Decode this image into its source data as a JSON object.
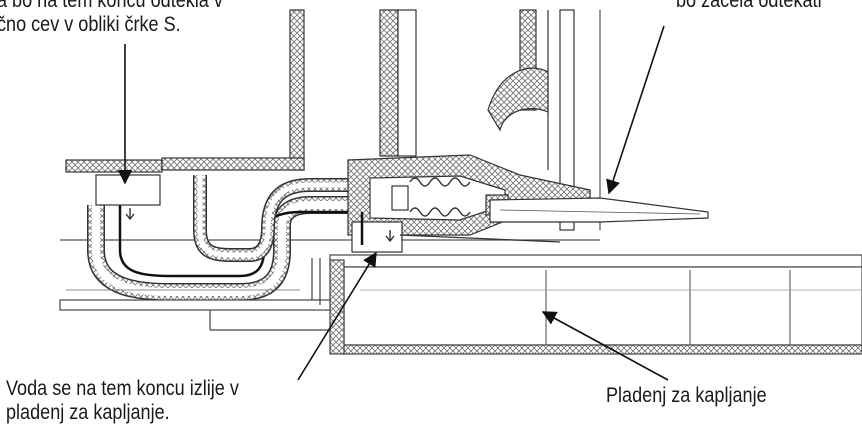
{
  "annotations": {
    "top_left": {
      "line1": "a bo na tem koncu odtekla v",
      "line2": "čno cev v obliki črke S."
    },
    "top_right": {
      "line1": "bo začela odtekati"
    },
    "bottom_left": {
      "line1": "Voda se na tem koncu izlije v",
      "line2": "pladenj za kapljanje."
    },
    "bottom_right": {
      "line1": "Pladenj za kapljanje"
    }
  },
  "colors": {
    "ink": "#1a1a1a",
    "hatch": "#7a7a7a",
    "background": "#ffffff"
  },
  "icons": [
    "down-arrow-icon",
    "down-arrow-icon",
    "down-arrow-icon"
  ]
}
